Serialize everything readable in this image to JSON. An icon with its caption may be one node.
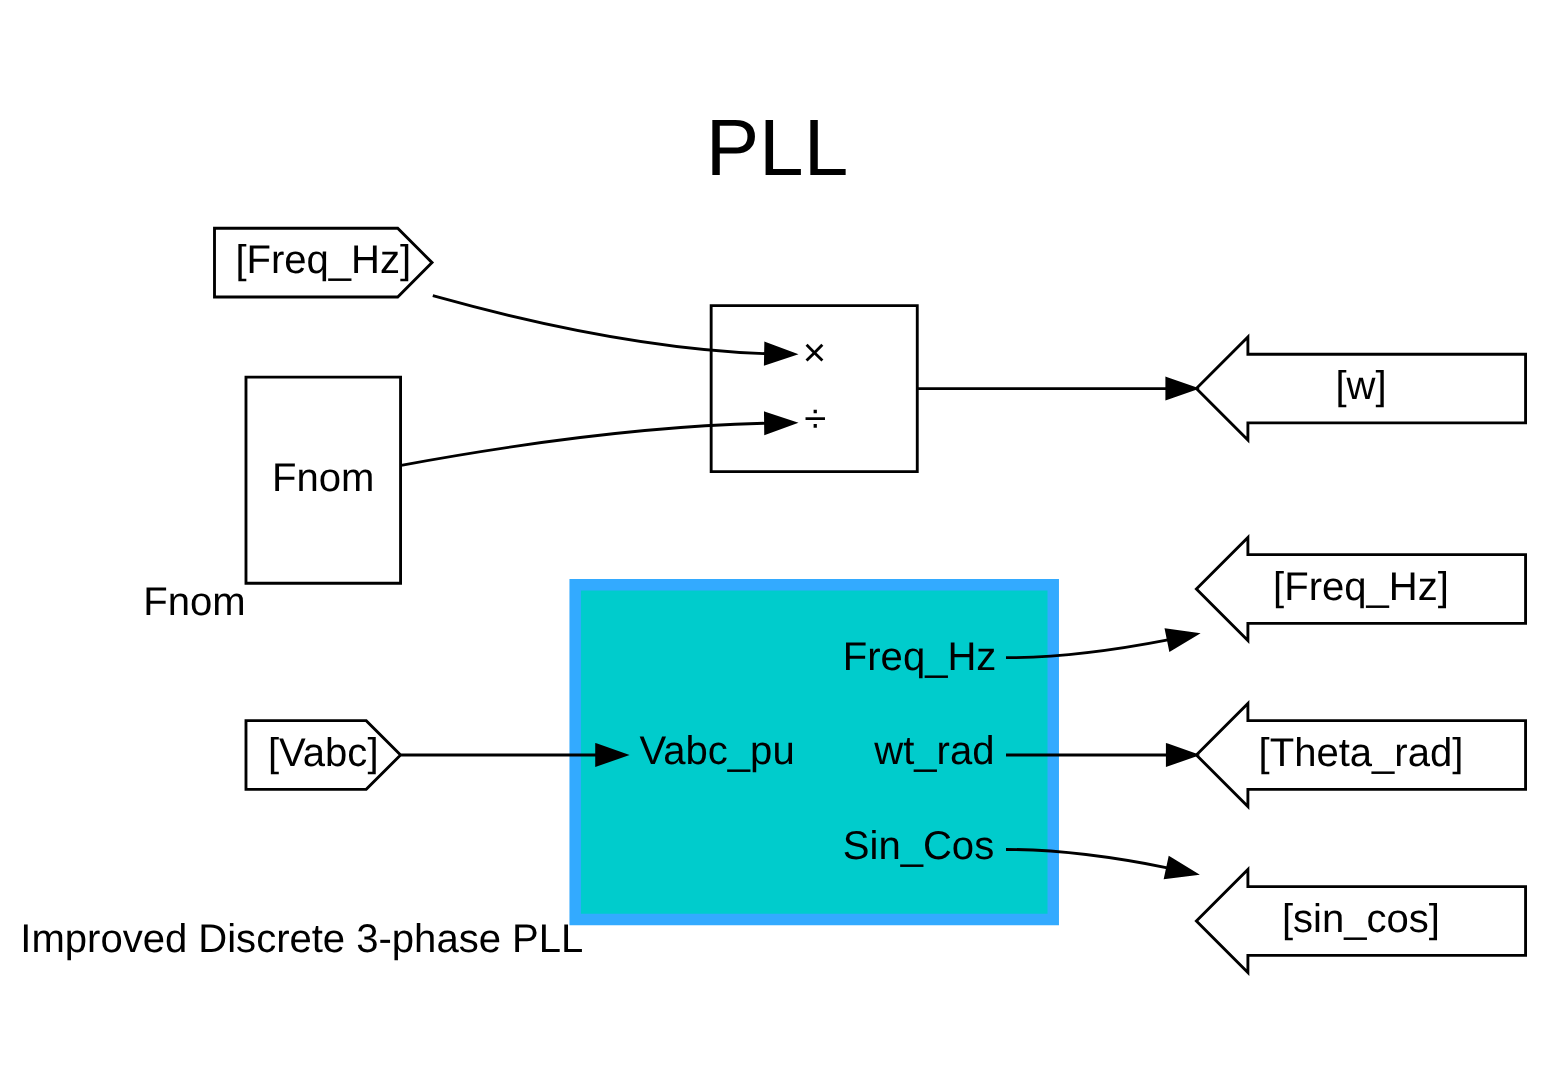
{
  "diagram": {
    "title": "PLL",
    "nodes": [
      {
        "text": [
          "[Vabc]"
        ]
      },
      {
        "text": [
          "Vabc_pu",
          "Freq_Hz",
          "wt_rad",
          "Sin_Cos"
        ],
        "beside": [
          "Improved Discrete 3-phase PLL"
        ]
      },
      {
        "text": [
          "[Freq_Hz]"
        ]
      },
      {
        "text": [
          "[Theta_rad]"
        ]
      },
      {
        "text": [
          "[sin_cos]"
        ]
      },
      {
        "text": [
          "[Freq_Hz]"
        ]
      },
      {
        "text": [
          "Fnom"
        ],
        "beside": [
          "Fnom"
        ]
      },
      {
        "text": [
          "×",
          "÷"
        ]
      },
      {
        "text": [
          "[w]"
        ]
      }
    ],
    "edges": [
      {
        "from": 0,
        "to": 1,
        "arrow": "to"
      },
      {
        "from": 1,
        "to": 2,
        "arrow": "to"
      },
      {
        "from": 1,
        "to": 3,
        "arrow": "to"
      },
      {
        "from": 1,
        "to": 4,
        "arrow": "to"
      },
      {
        "from": 5,
        "to": 7,
        "arrow": "to"
      },
      {
        "from": 6,
        "to": 7,
        "arrow": "to"
      },
      {
        "from": 7,
        "to": 8,
        "arrow": "to"
      }
    ]
  }
}
